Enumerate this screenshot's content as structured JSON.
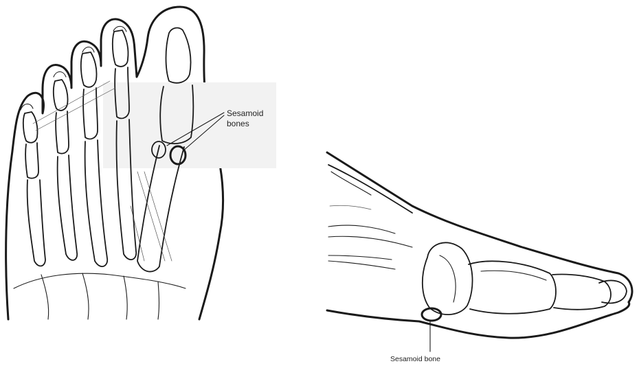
{
  "figure": {
    "left_panel": {
      "label_line1": "Sesamoid",
      "label_line2": "bones"
    },
    "right_panel": {
      "label": "Sesamoid bone"
    }
  }
}
